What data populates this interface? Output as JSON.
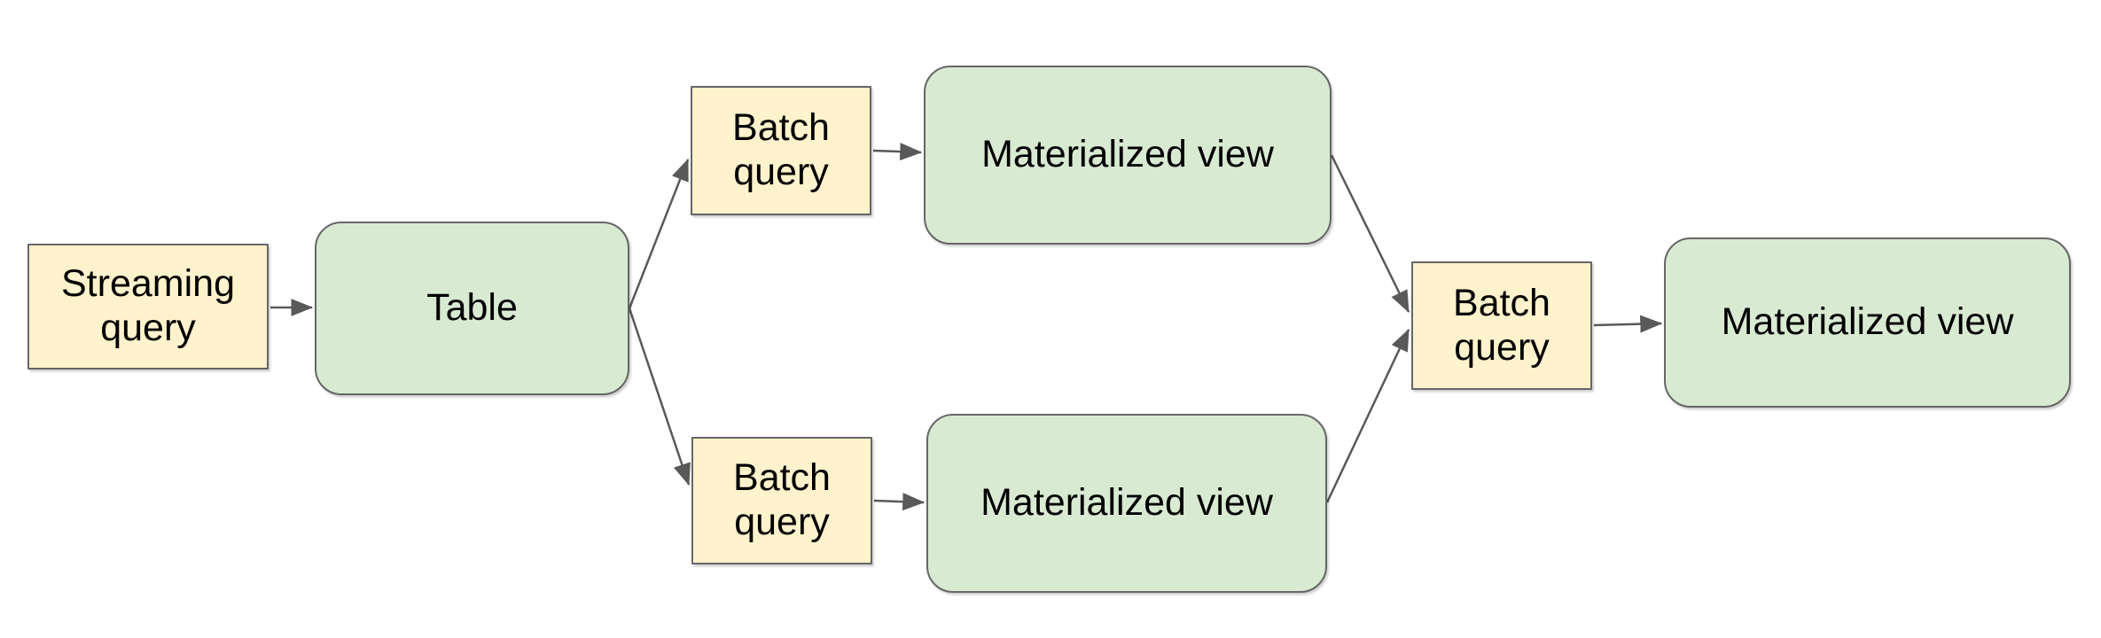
{
  "diagram": {
    "description": "Streaming and batch query dataflow diagram",
    "colors": {
      "query_fill": "#fff2cc",
      "entity_fill": "#d9ead3",
      "border": "#666666",
      "arrow": "#595959",
      "text": "#000000",
      "background": "#ffffff"
    },
    "nodes": {
      "streaming_query": {
        "label": "Streaming query",
        "shape": "rectangle",
        "fill": "#fff2cc"
      },
      "table": {
        "label": "Table",
        "shape": "rounded-rectangle",
        "fill": "#d9ead3"
      },
      "batch_query_top": {
        "label": "Batch query",
        "shape": "rectangle",
        "fill": "#fff2cc"
      },
      "materialized_view_top": {
        "label": "Materialized view",
        "shape": "rounded-rectangle",
        "fill": "#d9ead3"
      },
      "batch_query_bottom": {
        "label": "Batch query",
        "shape": "rectangle",
        "fill": "#fff2cc"
      },
      "materialized_view_bottom": {
        "label": "Materialized view",
        "shape": "rounded-rectangle",
        "fill": "#d9ead3"
      },
      "batch_query_final": {
        "label": "Batch query",
        "shape": "rectangle",
        "fill": "#fff2cc"
      },
      "materialized_view_final": {
        "label": "Materialized view",
        "shape": "rounded-rectangle",
        "fill": "#d9ead3"
      }
    },
    "edges": [
      {
        "from": "streaming_query",
        "to": "table",
        "arrow": "end"
      },
      {
        "from": "table",
        "to": "batch_query_top",
        "arrow": "end"
      },
      {
        "from": "table",
        "to": "batch_query_bottom",
        "arrow": "end"
      },
      {
        "from": "batch_query_top",
        "to": "materialized_view_top",
        "arrow": "end"
      },
      {
        "from": "batch_query_bottom",
        "to": "materialized_view_bottom",
        "arrow": "end"
      },
      {
        "from": "materialized_view_top",
        "to": "batch_query_final",
        "arrow": "end"
      },
      {
        "from": "materialized_view_bottom",
        "to": "batch_query_final",
        "arrow": "end"
      },
      {
        "from": "batch_query_final",
        "to": "materialized_view_final",
        "arrow": "end"
      }
    ]
  }
}
